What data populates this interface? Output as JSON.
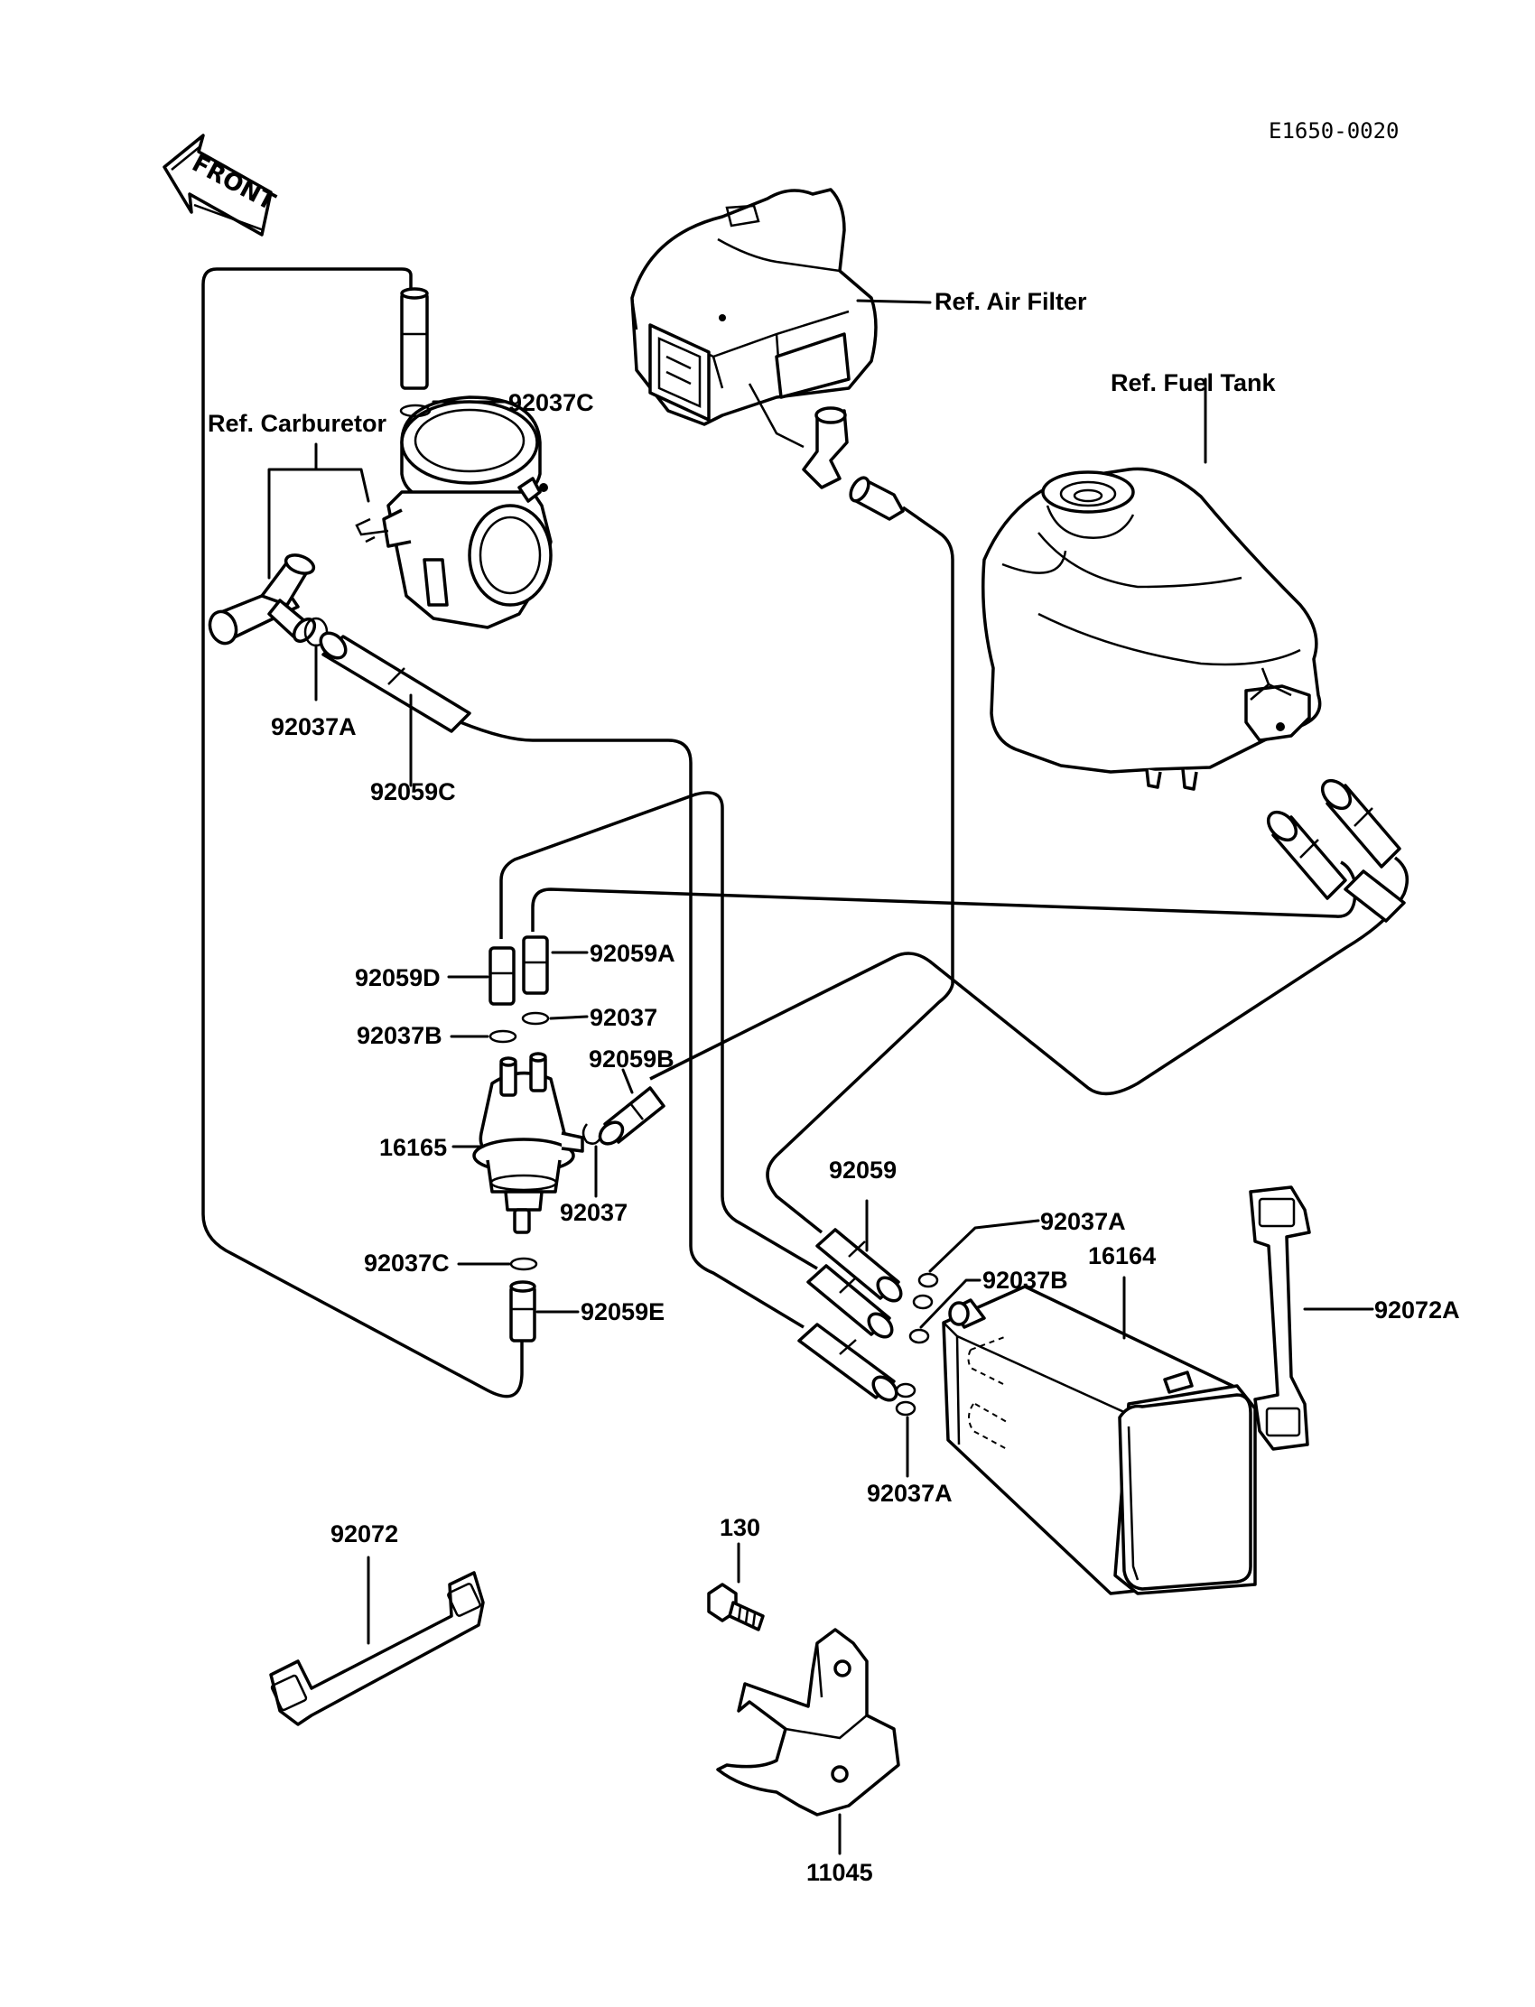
{
  "diagram_code": "E1650-0020",
  "front_label": "FRONT",
  "refs": {
    "air_filter": "Ref. Air Filter",
    "fuel_tank": "Ref. Fuel Tank",
    "carburetor": "Ref. Carburetor"
  },
  "parts": {
    "p92037C_top": "92037C",
    "p92037A_left": "92037A",
    "p92059C": "92059C",
    "p92059D": "92059D",
    "p92059A": "92059A",
    "p92037_upper": "92037",
    "p92037B_left": "92037B",
    "p92059B": "92059B",
    "p16165": "16165",
    "p92037_lower": "92037",
    "p92037C_bottom": "92037C",
    "p92059E": "92059E",
    "p92059": "92059",
    "p92037A_right": "92037A",
    "p16164": "16164",
    "p92037B_right": "92037B",
    "p92072A": "92072A",
    "p92037A_bottom": "92037A",
    "p92072": "92072",
    "p130": "130",
    "p11045": "11045"
  }
}
